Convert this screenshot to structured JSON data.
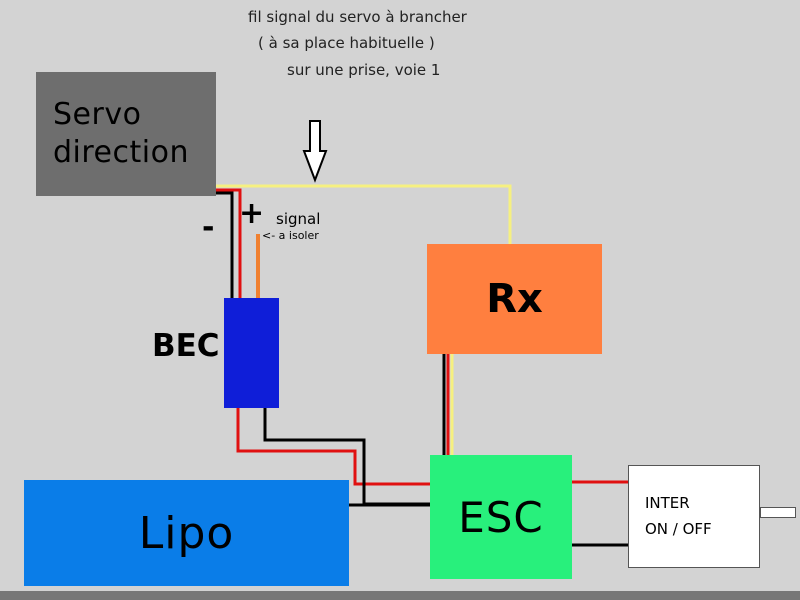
{
  "annotation": {
    "line1": "fil signal du servo à brancher",
    "line2": "( à sa place habituelle )",
    "line3": "sur une prise, voie 1"
  },
  "servo": {
    "label": "Servo\ndirection"
  },
  "rx": {
    "label": "Rx"
  },
  "bec": {
    "label": "BEC"
  },
  "lipo": {
    "label": "Lipo"
  },
  "esc": {
    "label": "ESC"
  },
  "switch": {
    "label": "INTER\nON / OFF"
  },
  "servo_wires": {
    "minus": "-",
    "plus": "+",
    "signal": "signal",
    "isolate_note": "<- a isoler"
  },
  "colors": {
    "background": "#d3d3d3",
    "servo": "#6e6e6e",
    "rx": "#ff7f3f",
    "bec": "#0f1ed8",
    "lipo": "#0a7de8",
    "esc": "#28f07c",
    "wire_red": "#e01010",
    "wire_black": "#000000",
    "wire_yellow": "#f6f080",
    "wire_orange": "#f08030"
  },
  "icons": {
    "arrow": "down-arrow-icon"
  }
}
